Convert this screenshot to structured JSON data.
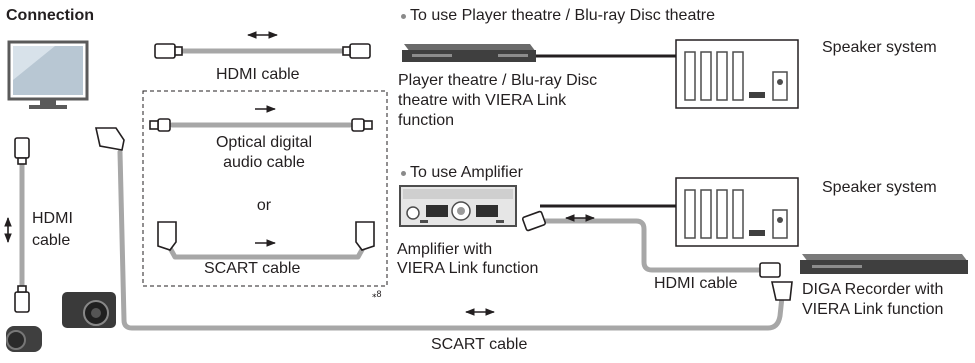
{
  "heading": "Connection",
  "scenarios": {
    "player_theatre": {
      "title": "To use Player theatre / Blu-ray Disc theatre",
      "device_label": [
        "Player theatre / Blu-ray Disc",
        "theatre with VIERA Link",
        "function"
      ],
      "speaker_label": "Speaker system"
    },
    "amplifier": {
      "title": "To use Amplifier",
      "device_label": [
        "Amplifier with",
        "VIERA Link function"
      ],
      "speaker_label": "Speaker system"
    }
  },
  "cables": {
    "hdmi_top": "HDMI cable",
    "optical": [
      "Optical digital",
      "audio cable"
    ],
    "or": "or",
    "scart_option": "SCART cable",
    "hdmi_left": [
      "HDMI",
      "cable"
    ],
    "hdmi_recorder": "HDMI cable",
    "scart_bottom": "SCART cable"
  },
  "recorder_label": [
    "DIGA Recorder with",
    "VIERA Link function"
  ],
  "footnote": "⁎8",
  "colors": {
    "cable": "#a7a7a7",
    "device": "#4d4d4d",
    "dark": "#231f20",
    "tv_screen": "#b8c7d3"
  }
}
